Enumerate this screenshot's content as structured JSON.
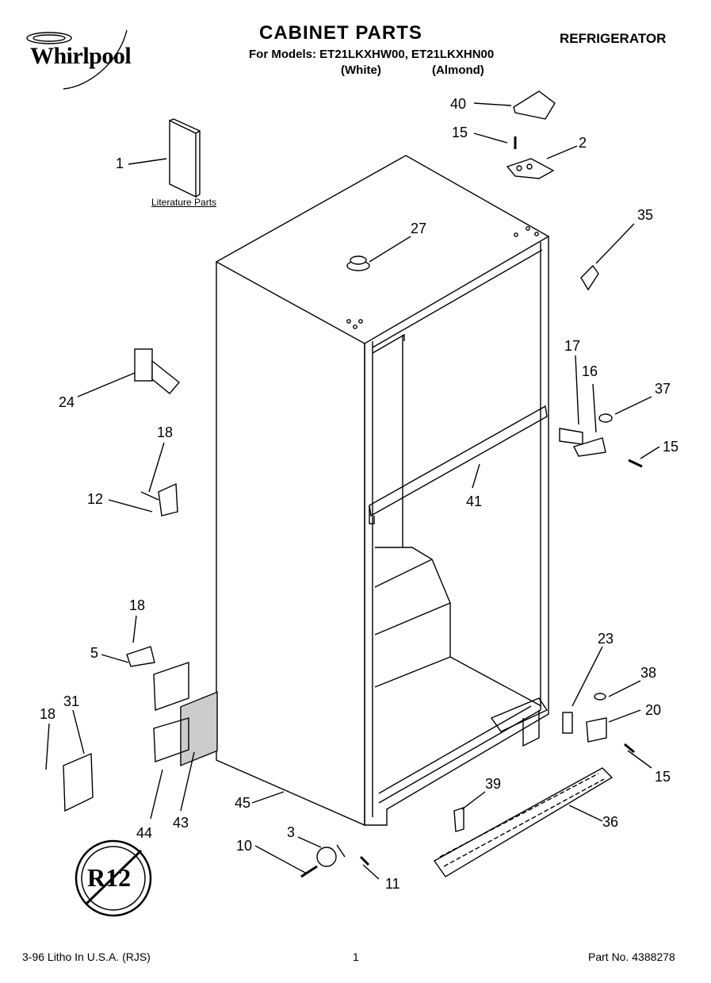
{
  "header": {
    "brand": "Whirlpool",
    "title": "CABINET PARTS",
    "models": "For Models: ET21LKXHW00, ET21LKXHN00",
    "variants": "(White)  (Almond)",
    "category": "REFRIGERATOR"
  },
  "literature_label": "Literature Parts",
  "callouts": [
    "1",
    "40",
    "15",
    "2",
    "35",
    "27",
    "24",
    "18",
    "12",
    "17",
    "16",
    "37",
    "15",
    "41",
    "18",
    "5",
    "31",
    "18",
    "44",
    "43",
    "45",
    "23",
    "38",
    "20",
    "15",
    "39",
    "36",
    "3",
    "10",
    "11"
  ],
  "footer": {
    "left": "3-96 Litho In U.S.A. (RJS)",
    "page": "1",
    "part_no": "Part No. 4388278"
  },
  "stamp_text": "R12"
}
